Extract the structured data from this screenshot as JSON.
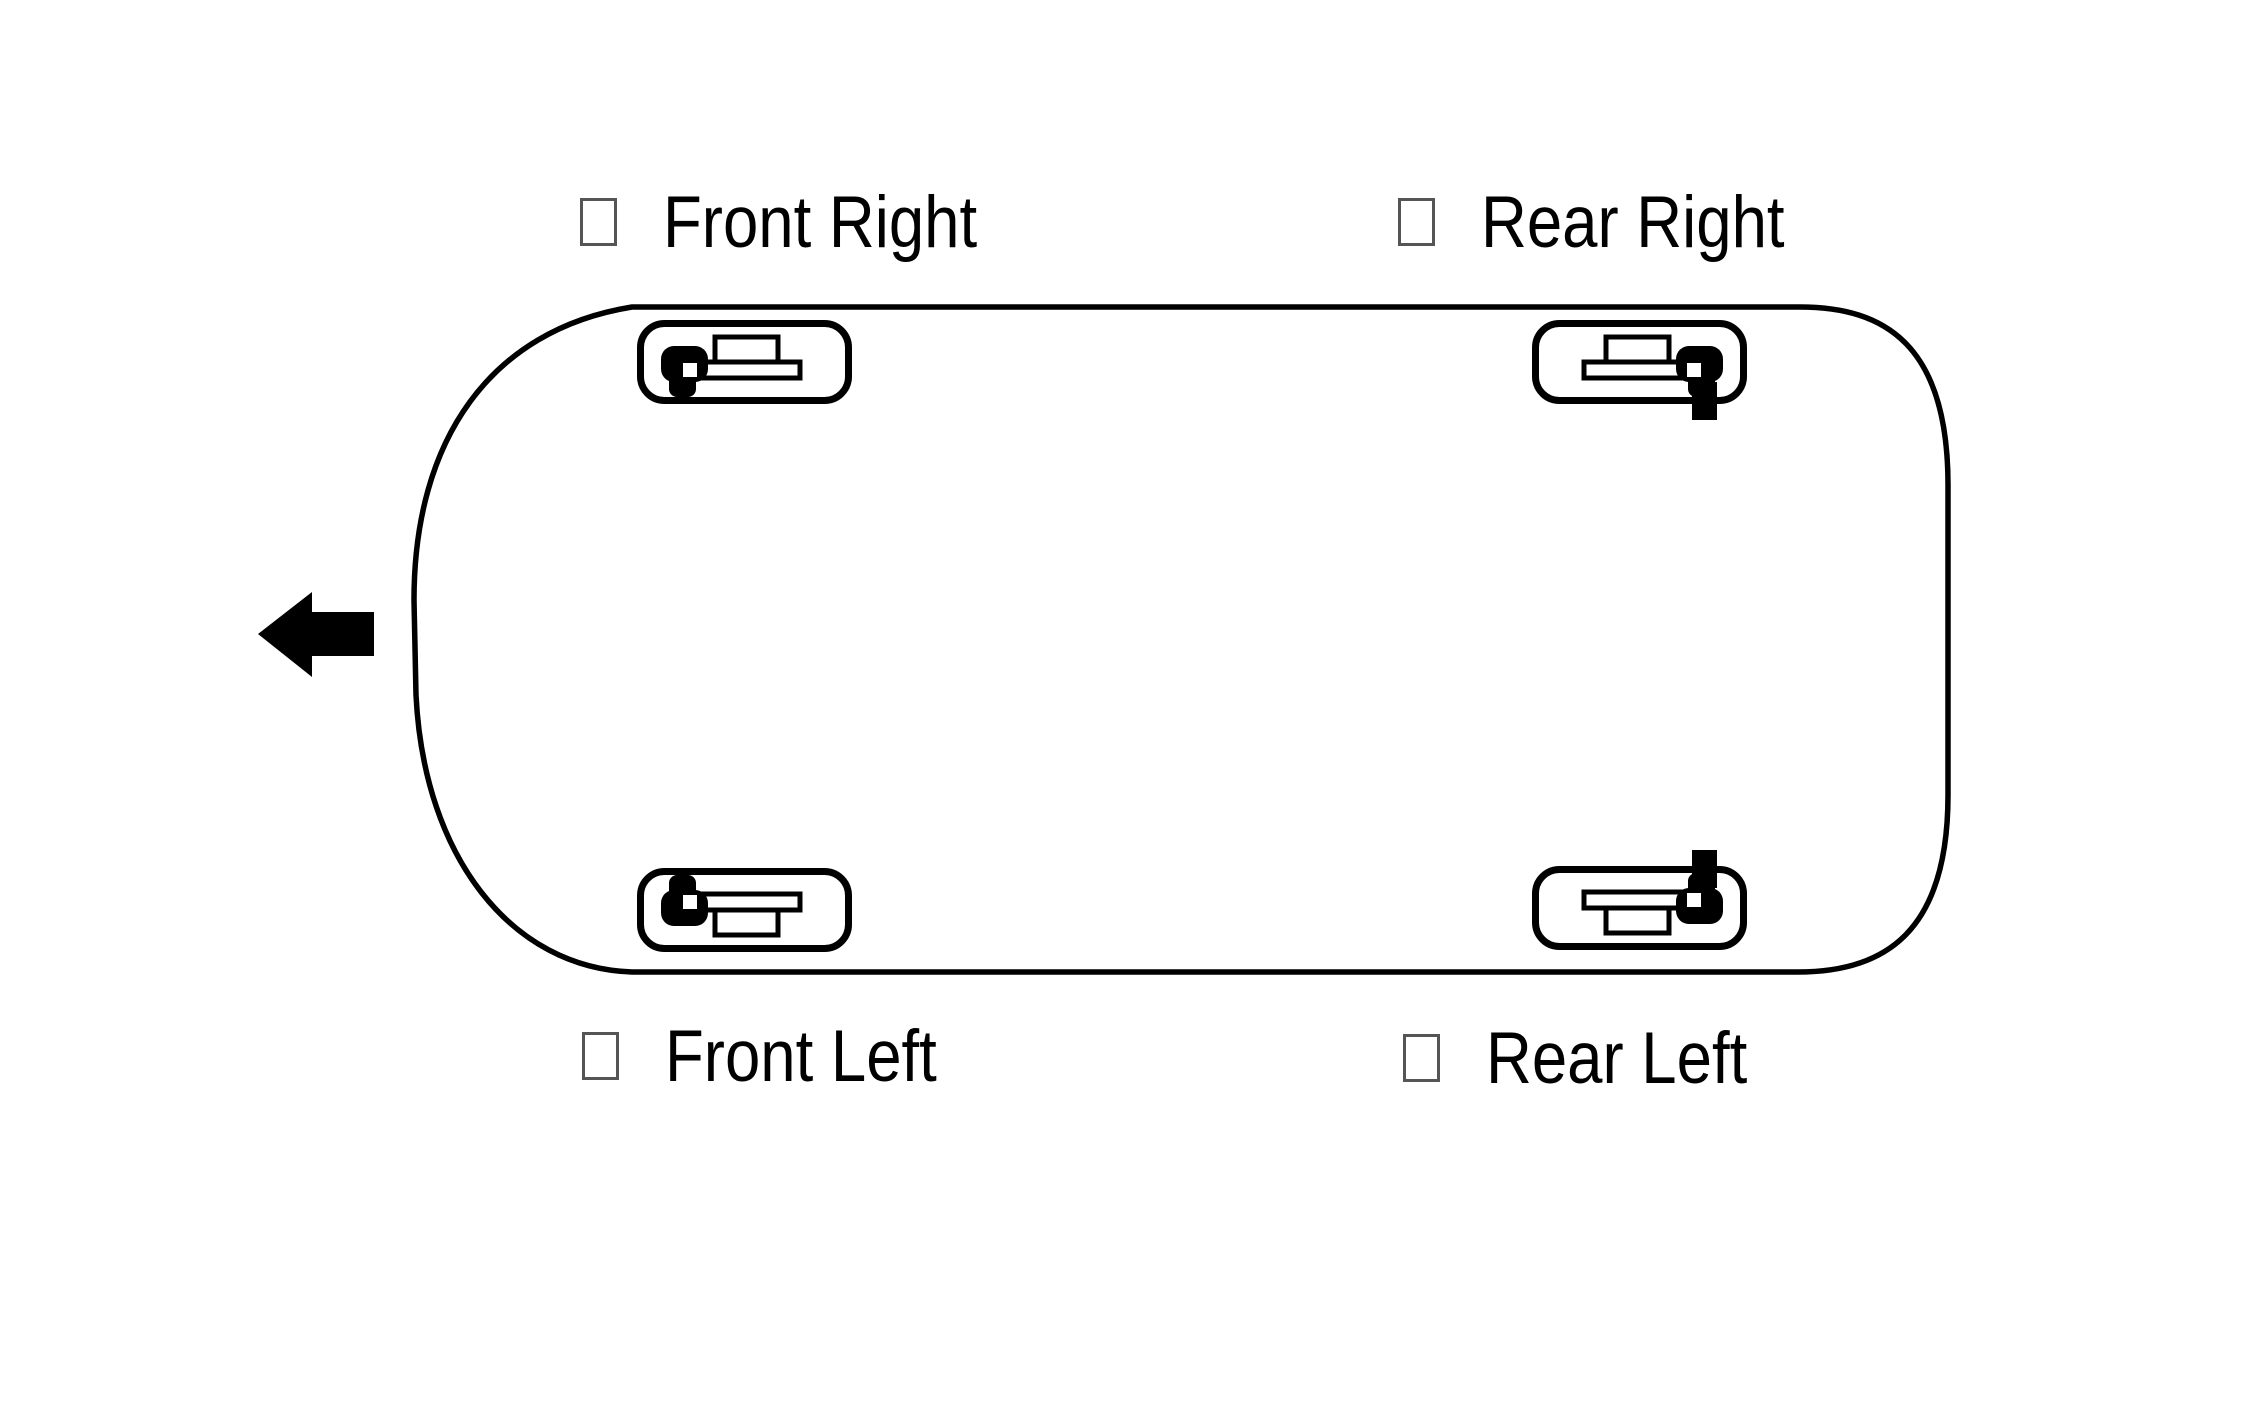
{
  "diagram": {
    "type": "vehicle-tire-position-diagram",
    "orientation": "front-of-vehicle-points-left",
    "labels": {
      "front_right": "Front Right",
      "rear_right": "Rear Right",
      "front_left": "Front Left",
      "rear_left": "Rear Left"
    },
    "checkboxes": {
      "front_right_checked": false,
      "rear_right_checked": false,
      "front_left_checked": false,
      "rear_left_checked": false
    },
    "icons": {
      "direction": "left-arrow-icon",
      "wheel": "tpms-wheel-sensor-icon"
    },
    "colors": {
      "background": "#ffffff",
      "line": "#000000",
      "checkbox_border": "#555555",
      "text": "#000000"
    }
  }
}
